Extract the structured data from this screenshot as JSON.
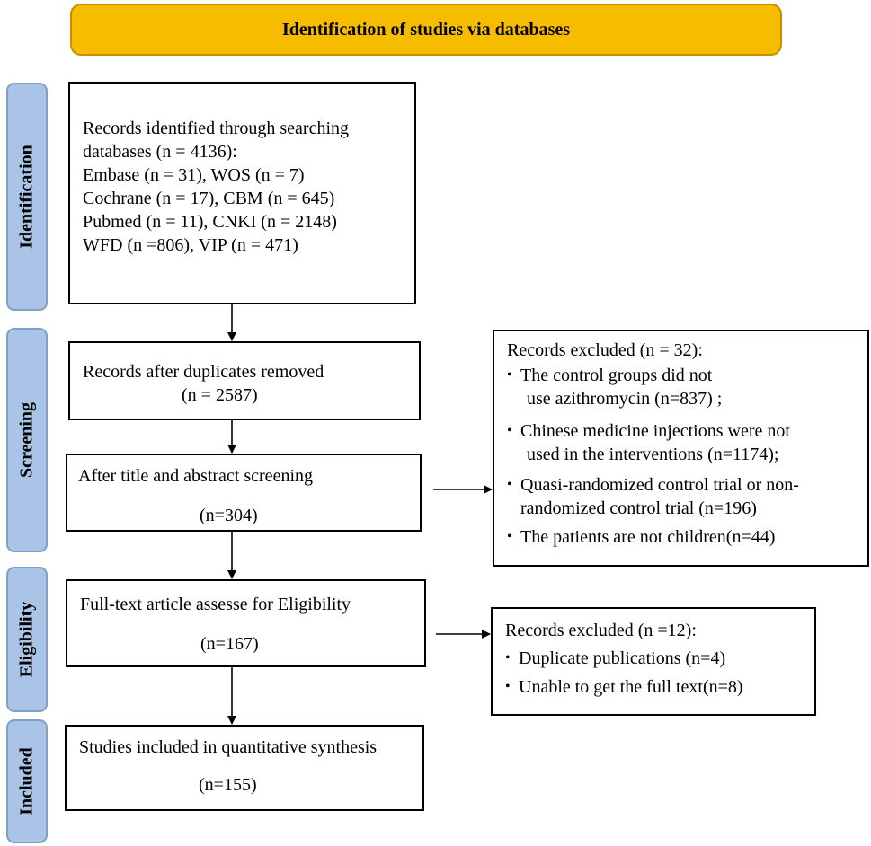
{
  "header": {
    "title": "Identification of studies via databases"
  },
  "stages": {
    "identification": "Identification",
    "screening": "Screening",
    "eligibility": "Eligibility",
    "included": "Included"
  },
  "boxes": {
    "identified": {
      "lines": [
        "Records identified through searching",
        "databases (n = 4136):",
        "Embase (n = 31), WOS (n = 7)",
        "Cochrane (n = 17), CBM (n = 645)",
        "Pubmed (n = 11), CNKI (n = 2148)",
        "WFD (n =806), VIP (n = 471)"
      ]
    },
    "dedup": {
      "label": "Records after duplicates removed",
      "count": "(n = 2587)"
    },
    "screened": {
      "label": "After title and abstract screening",
      "count": "(n=304)"
    },
    "fulltext": {
      "label": "Full-text article assesse for Eligibility",
      "count": "(n=167)"
    },
    "included": {
      "label": "Studies included in quantitative synthesis",
      "count": "(n=155)"
    }
  },
  "exclusions": {
    "screening": {
      "title": "Records excluded (n = 32):",
      "items": [
        [
          "The control groups did not",
          "use azithromycin (n=837) ;"
        ],
        [
          "Chinese medicine injections were not",
          "used in the interventions (n=1174);"
        ],
        [
          "Quasi-randomized control trial or non-",
          "randomized control trial (n=196)"
        ],
        [
          "The patients are not children(n=44)"
        ]
      ]
    },
    "eligibility": {
      "title": "Records excluded (n =12):",
      "items": [
        [
          "Duplicate publications (n=4)"
        ],
        [
          "Unable to get the full text(n=8)"
        ]
      ]
    }
  }
}
